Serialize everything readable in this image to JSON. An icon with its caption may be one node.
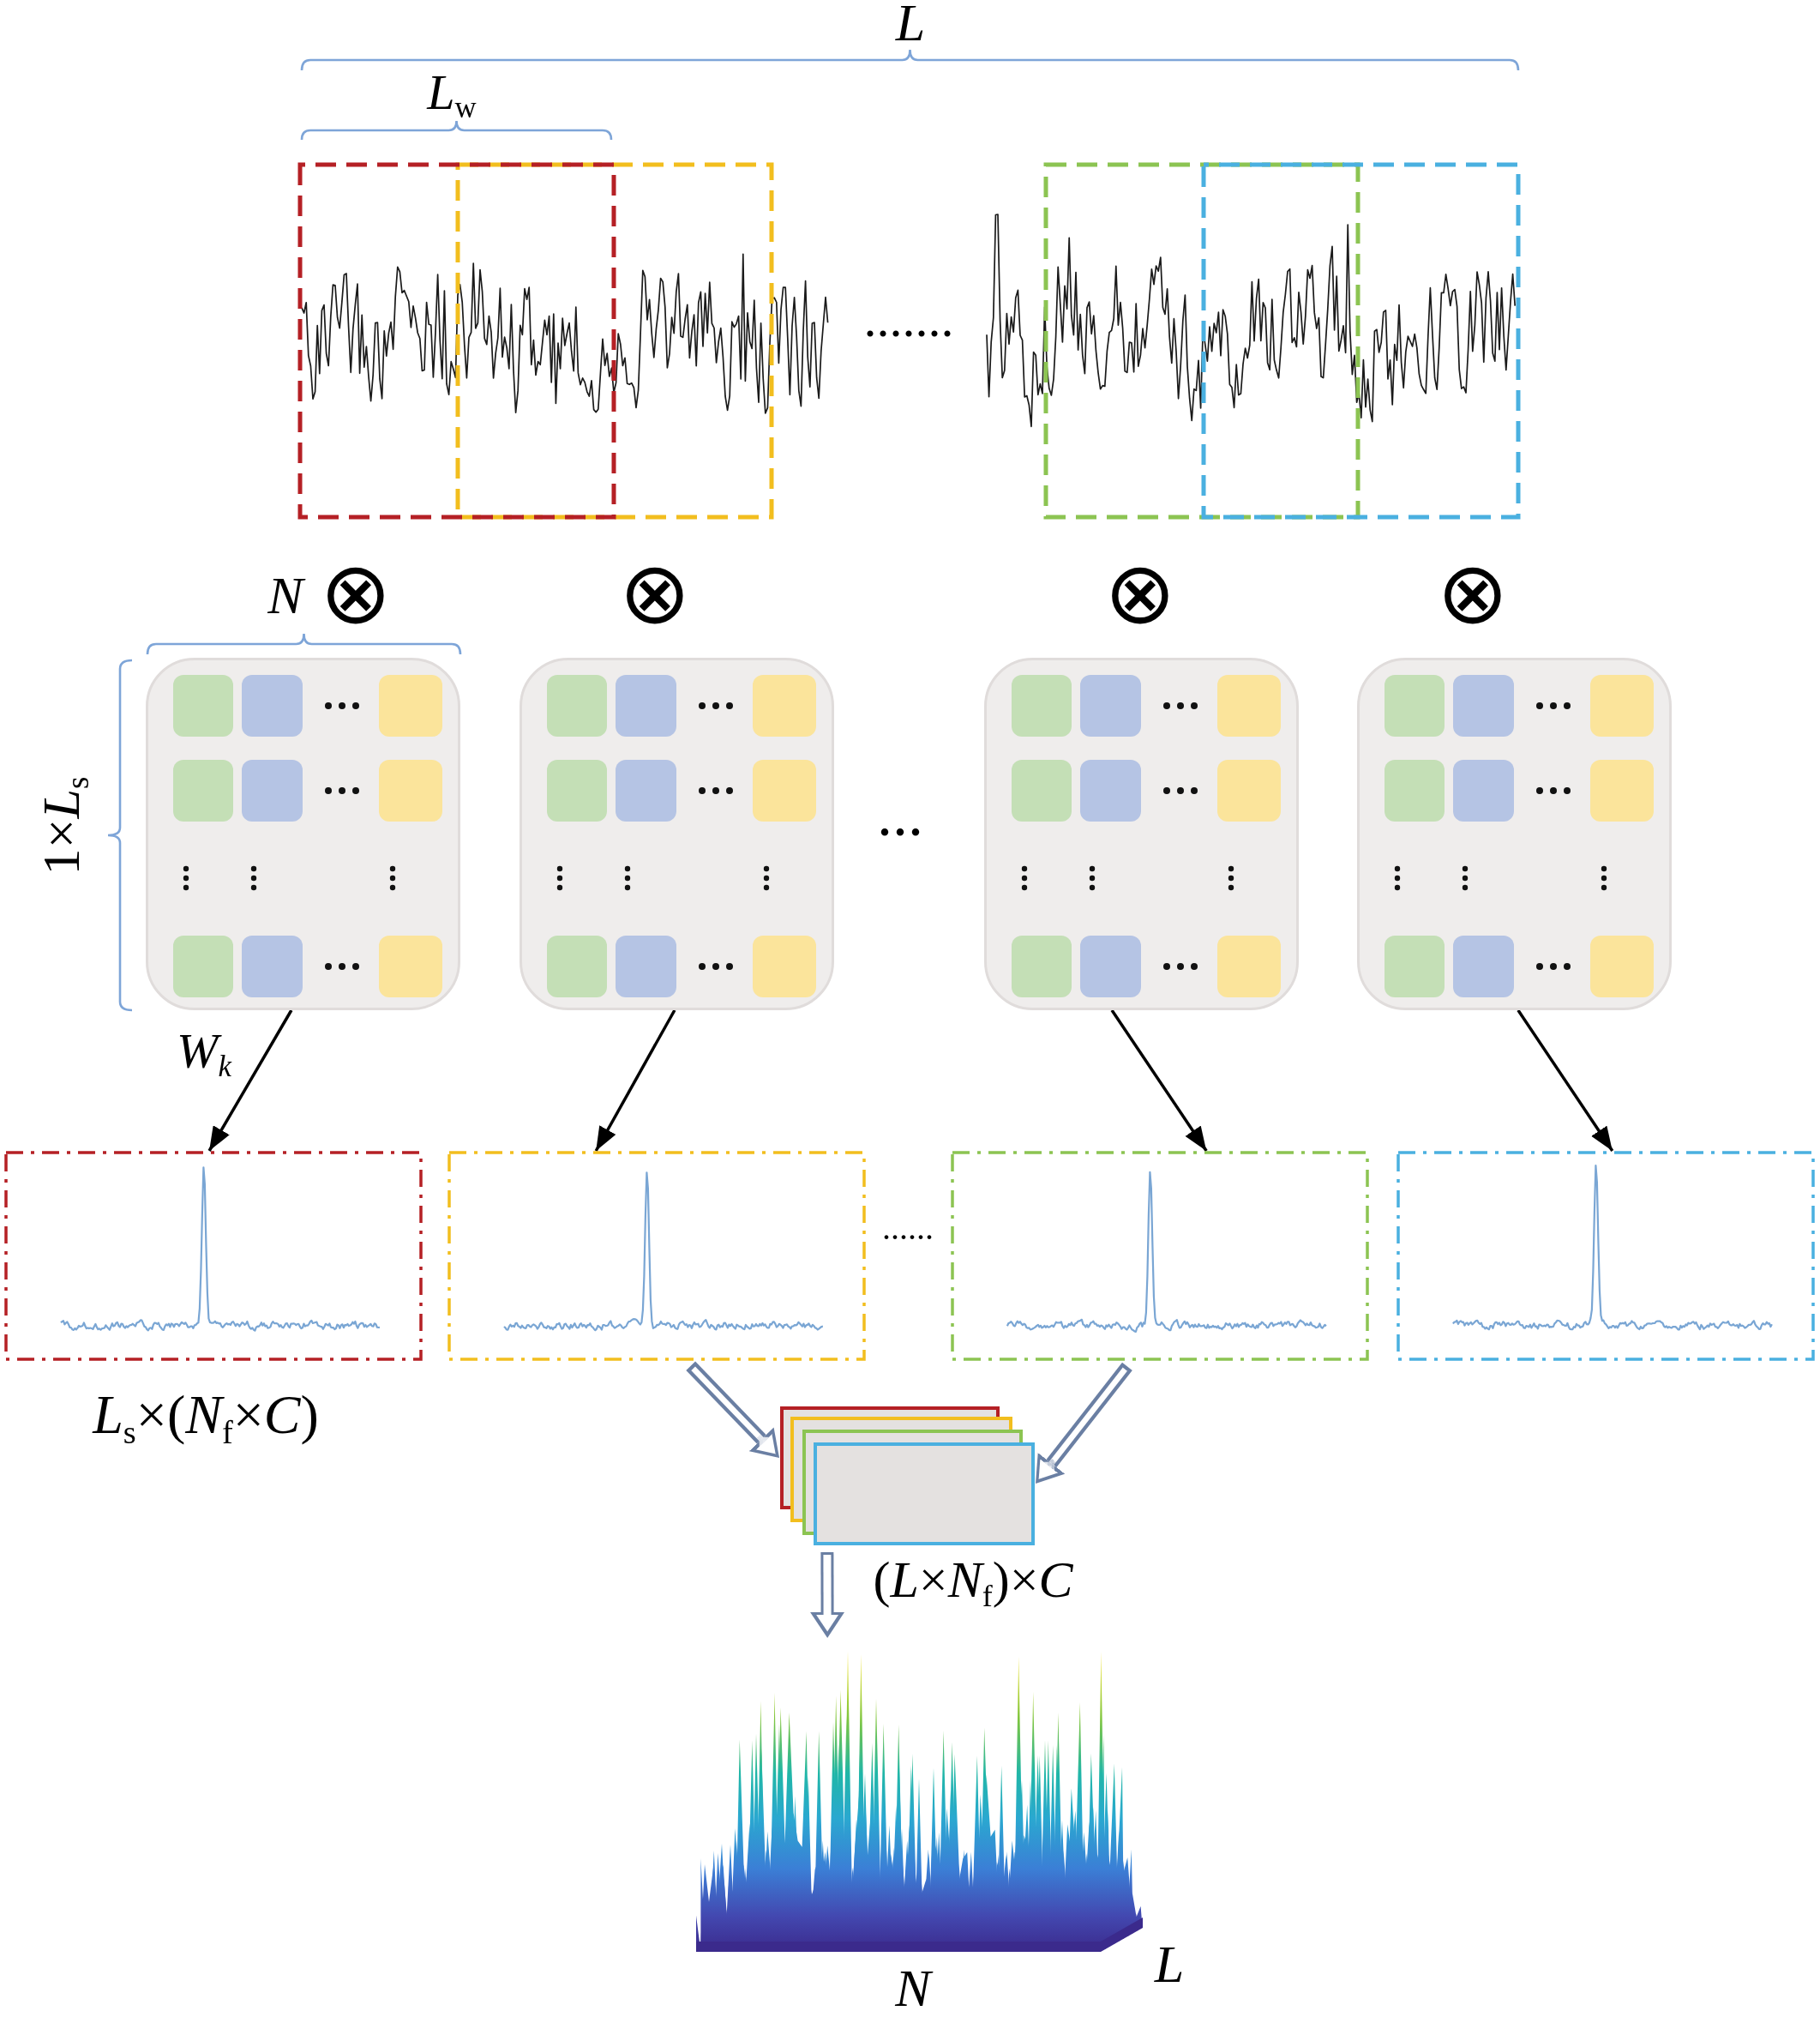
{
  "diagram": {
    "nodes": [
      {
        "text": [],
        "shape": "box",
        "beside": [
          "N",
          "W$_{k}$"
        ]
      },
      {
        "text": [],
        "shape": "box"
      },
      {
        "text": [],
        "shape": "box"
      },
      {
        "text": [],
        "shape": "box"
      },
      {
        "text": [],
        "shape": "box",
        "beside": [
          "*L*$_{s}$×(*N*$_{f}$×*C*)"
        ]
      },
      {
        "text": [],
        "shape": "box"
      },
      {
        "text": [],
        "shape": "box"
      },
      {
        "text": [],
        "shape": "box"
      },
      {
        "text": [],
        "shape": "box",
        "beside": [
          "(*L*×*N*$_{f}$)×*C*"
        ]
      },
      {
        "text": [],
        "shape": "picture",
        "beside": [
          "N",
          "L"
        ]
      }
    ],
    "edges": [
      {
        "from": 0,
        "to": 4,
        "arrow": "to"
      },
      {
        "from": 1,
        "to": 5,
        "arrow": "to"
      },
      {
        "from": 2,
        "to": 6,
        "arrow": "to"
      },
      {
        "from": 3,
        "to": 7,
        "arrow": "to"
      },
      {
        "from": 5,
        "to": 8,
        "arrow": "to",
        "style": "thick",
        "color": "#6b7fa3"
      },
      {
        "from": 6,
        "to": 8,
        "arrow": "to",
        "style": "thick",
        "color": "#6b7fa3"
      },
      {
        "from": 8,
        "to": 9,
        "arrow": "to",
        "style": "thick",
        "color": "#6b7fa3"
      }
    ],
    "labels": [
      "L",
      "*L*$_{w}$",
      ".......",
      "⊗",
      "⊗",
      "⊗",
      "⊗",
      "1×*L*$_{s}$",
      "...",
      "......"
    ]
  }
}
